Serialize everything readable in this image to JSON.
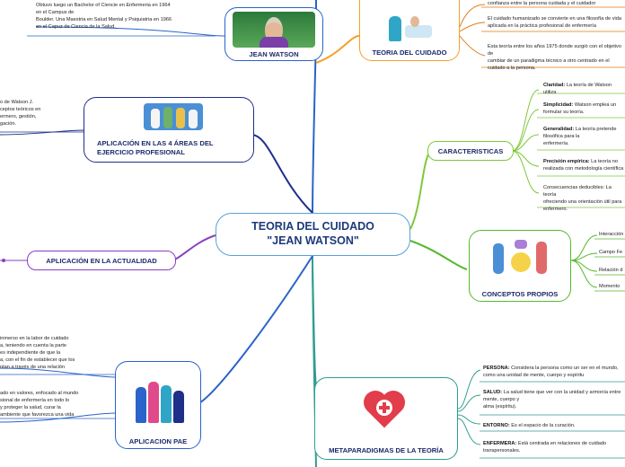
{
  "central": {
    "line1": "TEORIA DEL CUIDADO",
    "line2": "\"JEAN WATSON\""
  },
  "nodes": {
    "jean_watson": "JEAN WATSON",
    "aplicacion_4_areas": "APLICACIÓN EN LAS 4 ÁREAS DEL EJERCICIO PROFESIONAL",
    "aplicacion_actualidad": "APLICACIÓN EN LA ACTUALIDAD",
    "aplicacion_pae": "APLICACION PAE",
    "teoria_cuidado": "TEORIA DEL CUIDADO",
    "caracteristicas": "CARACTERISTICAS",
    "conceptos_propios": "CONCEPTOS PROPIOS",
    "metaparadigmas": "METAPARADIGMAS DE LA TEORÍA"
  },
  "left_texts": {
    "bio": [
      "Obtuvo luego un Bachelor of Ciencie en Enfermeria en 1964",
      "en el Campus de",
      "Boulder. Una Maestria en Salud Mental y Psiquiatria en 1966",
      "en el Capuz de Ciencia de la Salud."
    ],
    "areas": [
      "o de Watson J.",
      "ceptos teóricos en",
      "ermero, gestión,",
      "gación."
    ],
    "pae1": [
      "inmerso en la labor de cuidado",
      "a, teniendo en cuenta la parte",
      "es independiente de que la",
      "a, con el fin de establecer que los",
      "ntan a través de una relación"
    ],
    "pae2": [
      "ado en valores, enfocado al mundo",
      "sional de enfermería en todo lo",
      "y proteger la salud, curar la",
      "ambiente que favorezca una vida"
    ]
  },
  "teoria_texts": [
    [
      "confianza entre la persona cuidada y el cuidador"
    ],
    [
      "El cuidado humanizado se convierte en una filosofía de vida",
      "aplicada en la práctica profesional de enfermería"
    ],
    [
      "Esta teoría entre los años 1975 donde surgió con el objetivo de",
      "cambiar de un paradigma técnico a otro centrado en el",
      "cuidado a la persona."
    ]
  ],
  "caracteristicas": [
    {
      "bold": "Claridad:",
      "lines": [
        "La teoría de Watson utiliza"
      ]
    },
    {
      "bold": "Simplicidad:",
      "lines": [
        "Watson emplea un",
        "formular su teoría."
      ]
    },
    {
      "bold": "Generalidad:",
      "lines": [
        "La teoría pretende",
        "filosófica para la",
        "enfermería."
      ]
    },
    {
      "bold": "Precisión empírica:",
      "lines": [
        "La teoría no",
        "realizada con metodología científica"
      ]
    },
    {
      "bold": "",
      "lines": [
        "Consecuencias deducibles: La teoría",
        "ofreciendo una orientación útil para",
        "enfermero."
      ]
    }
  ],
  "conceptos": [
    "Interacción",
    "Campo Fe",
    "Relación d",
    "Momento"
  ],
  "metaparadigmas": [
    {
      "bold": "PERSONA:",
      "lines": [
        "Considera la persona como un ser en el mundo,",
        "como una unidad de mente, cuerpo y espíritu"
      ]
    },
    {
      "bold": "SALUD:",
      "lines": [
        "La salud tiene que ver con la unidad y armonía entre",
        "mente, cuerpo y",
        "alma (espíritu)."
      ]
    },
    {
      "bold": "ENTORNO:",
      "lines": [
        "Es el espacio de la curación."
      ]
    },
    {
      "bold": "ENFERMERA:",
      "lines": [
        "Está centrada en relaciones de cuidado",
        "transpersonales."
      ]
    }
  ],
  "colors": {
    "blue": "#2a63c9",
    "navy": "#1e2f8a",
    "purple": "#8a3fc2",
    "orange": "#f2a02a",
    "dark_orange": "#e07a10",
    "green": "#7fc83a",
    "green2": "#57b82f",
    "teal": "#2f9e8f"
  }
}
